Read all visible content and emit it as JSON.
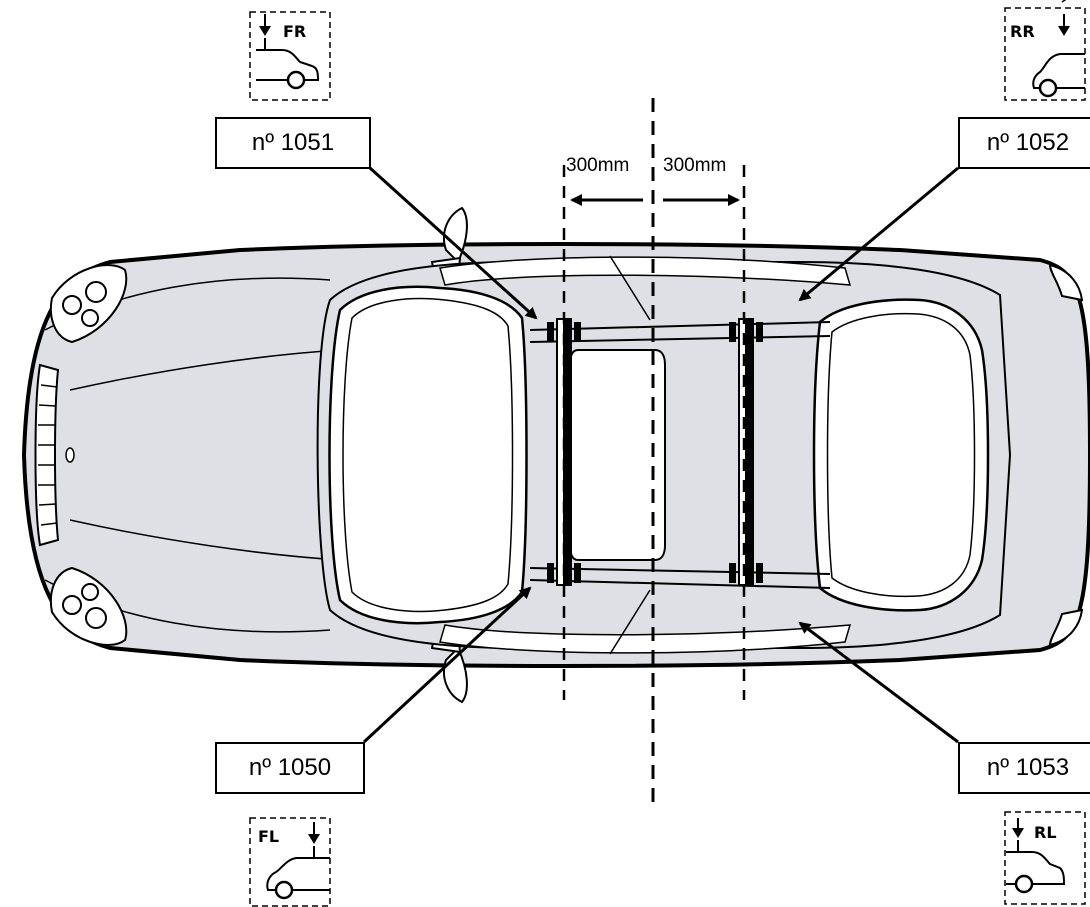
{
  "labels": {
    "front_left_top": "nº 1051",
    "rear_left_top": "nº 1052",
    "front_right_bottom": "nº 1050",
    "rear_right_bottom": "nº 1053"
  },
  "dimensions": {
    "left": "300mm",
    "right": "300mm"
  },
  "corner_icons": {
    "top_left": "FR",
    "top_right": "RR",
    "bottom_left": "FL",
    "bottom_right": "RL"
  }
}
